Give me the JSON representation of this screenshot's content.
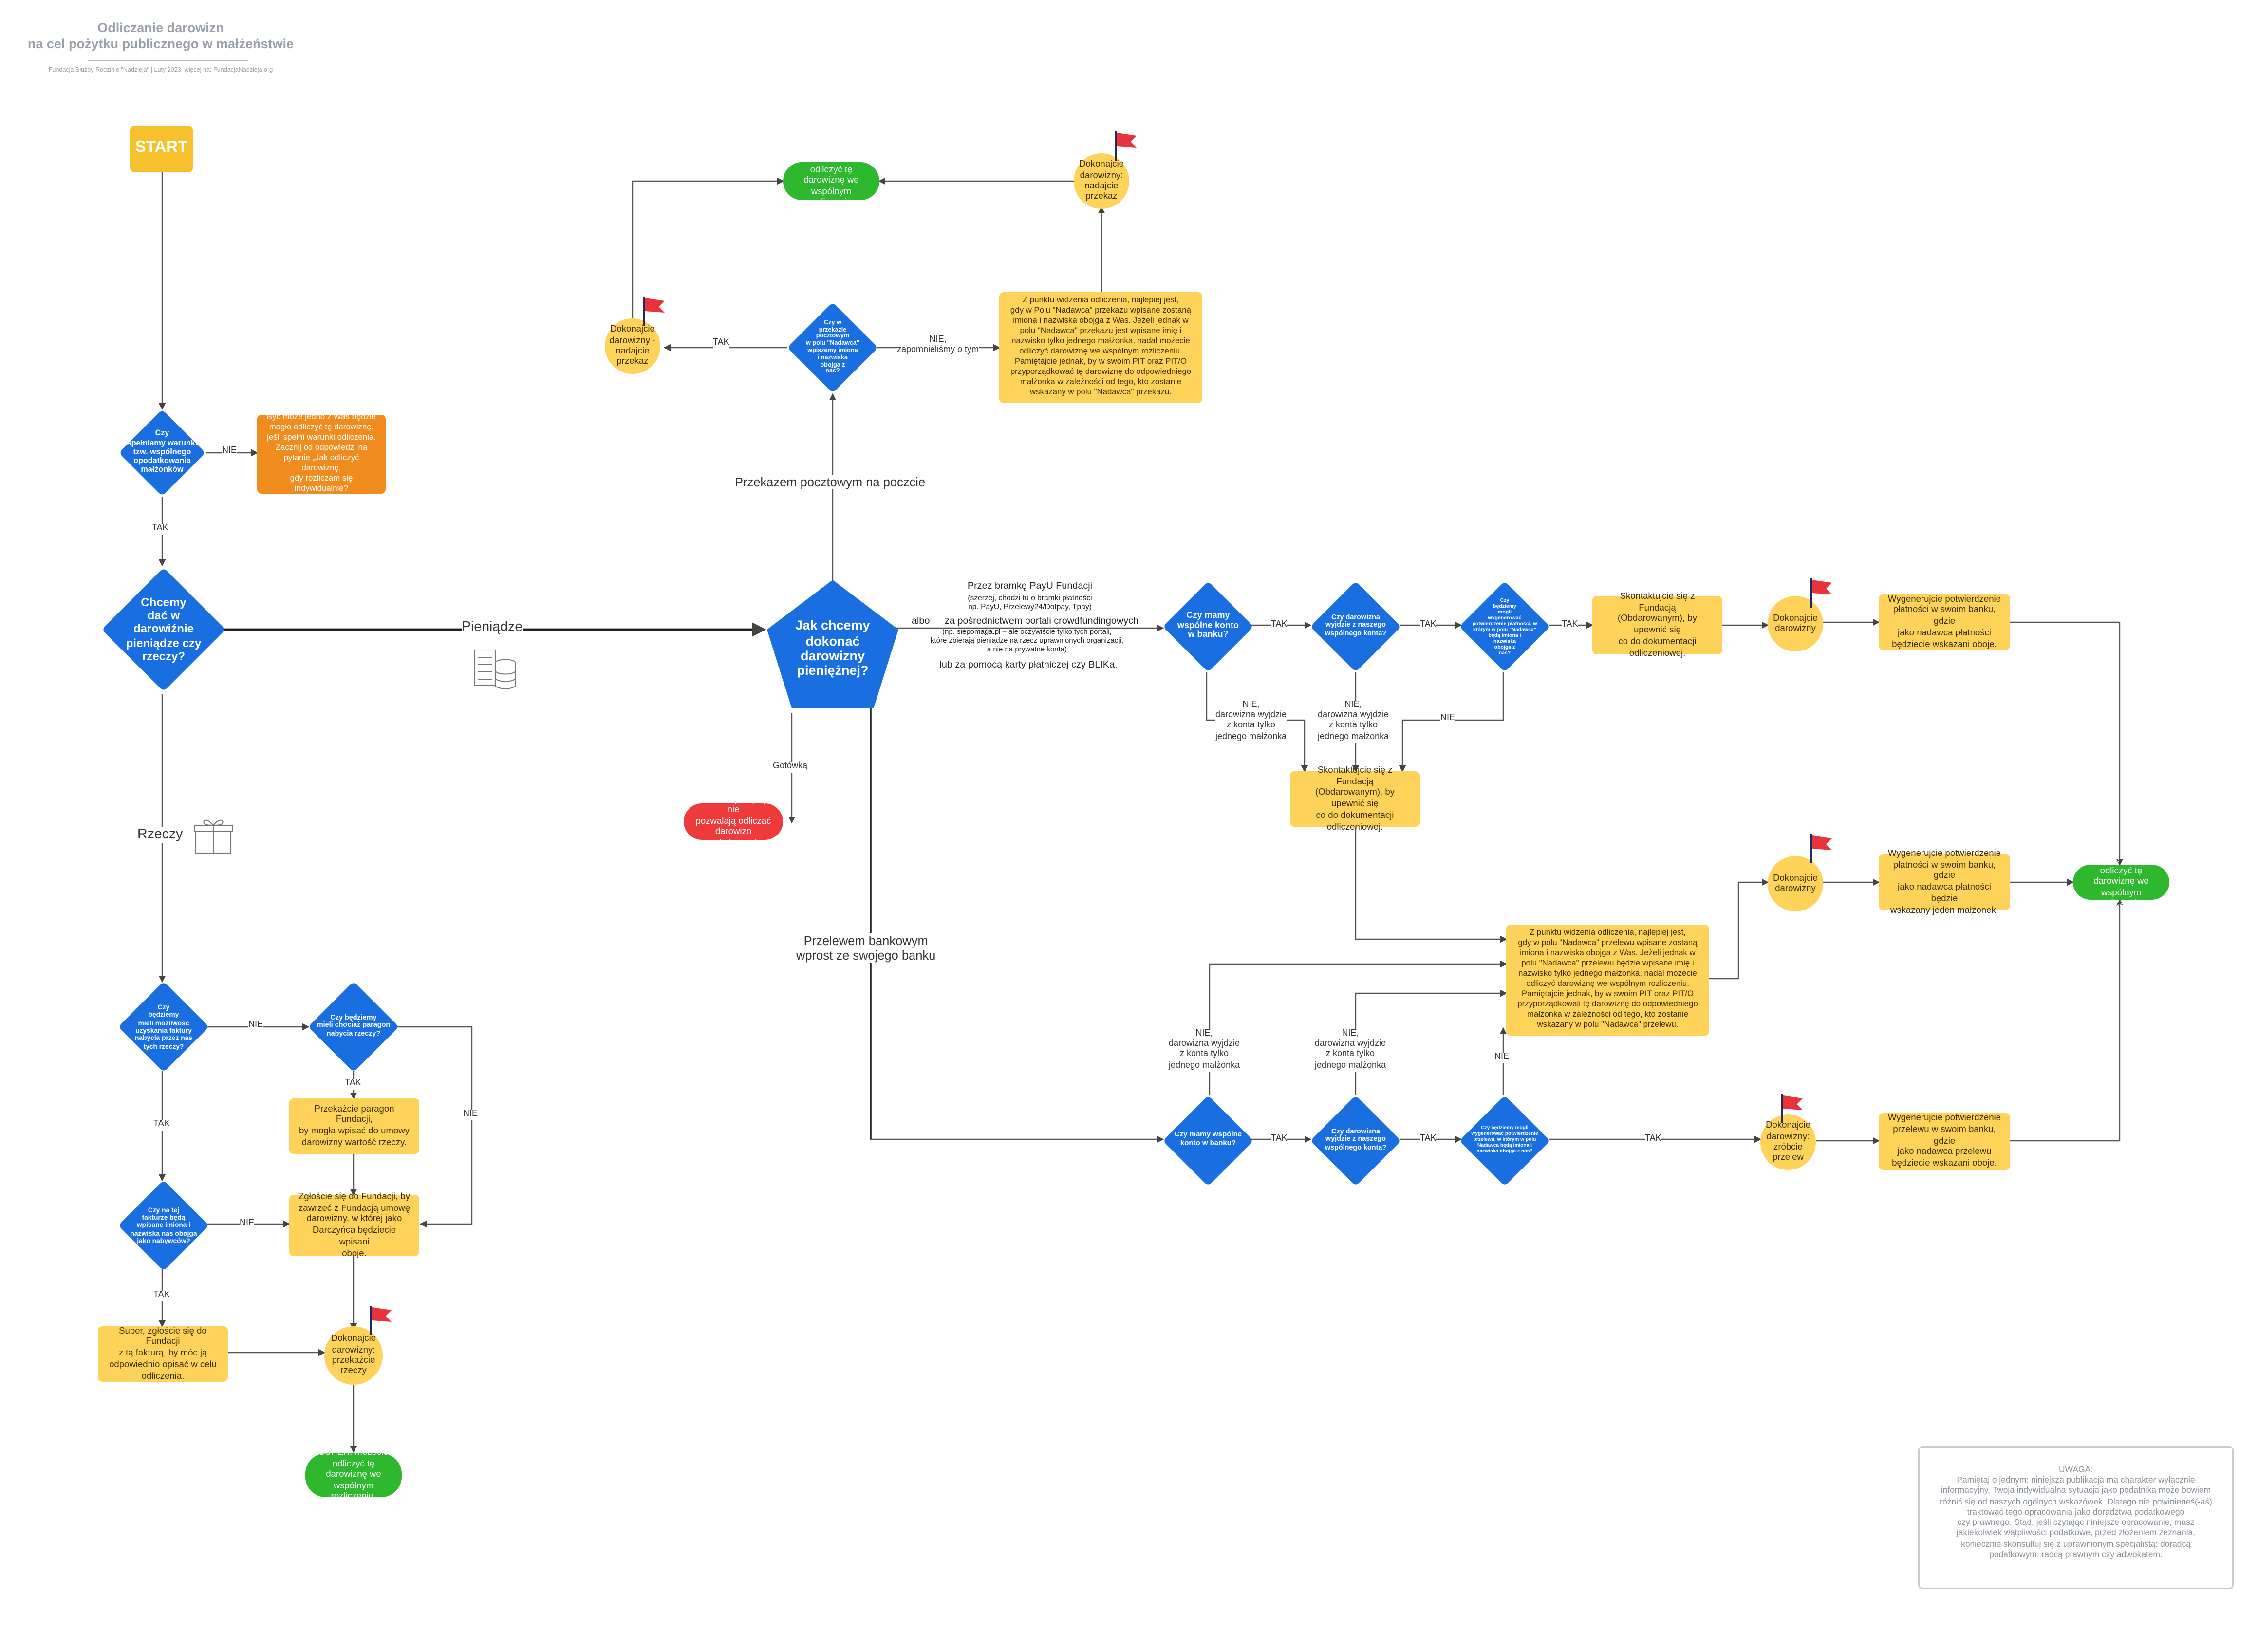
{
  "header": {
    "title": "Odliczanie darowizn\nna cel pożytku publicznego w małżeństwie",
    "subtitle": "Fundacja Służby Rodzinie \"Nadzieja\" | Luty 2023, więcej na: FundacjaNadzieja.org"
  },
  "start": {
    "label": "START"
  },
  "q": {
    "marriage": "Czy\nspełniamy warunki\ntzw. wspólnego\nopodatkowania\nmałżonków",
    "money_or_goods": "Chcemy\ndać w\ndarowiźnie\npieniądze czy\nrzeczy?",
    "how_money": "Jak chcemy\ndokonać\ndarowizny\npieniężnej?",
    "postal_names": "Czy w\nprzekazie\npocztowym\nw polu \"Nadawca\"\nwpiszemy imiona\ni nazwiska\nobojga z\nnas?",
    "joint_account_1": "Czy mamy\nwspólne konto\nw banku?",
    "from_joint_1": "Czy darowizna\nwyjdzie z naszego\nwspólnego konta?",
    "payer_names": "Czy\nbędziemy\nmogli\nwygenerować\npotwierdzenie płatności, w\nktórym w polu \"Nadawca\"\nbędą imiona i\nnazwiska\nobojga z\nnas?",
    "joint_account_2": "Czy mamy wspólne\nkonto w banku?",
    "from_joint_2": "Czy darowizna\nwyjdzie z naszego\nwspólnego konta?",
    "transfer_names": "Czy będziemy mogli\nwygenerować potwierdzenie\nprzelewu, w którym w polu\nNadawca będą imiona i\nnazwiska obojga z nas?",
    "invoice_possible": "Czy\nbędziemy\nmieli możliwość\nuzyskania faktury\nnabycia przez nas\ntych rzeczy?",
    "receipt": "Czy będziemy\nmieli chociaż paragon\nnabycia rzeczy?",
    "invoice_names": "Czy na tej\nfakturze będą\nwpisane imiona i\nnazwiska nas obojga\njako nabywców?"
  },
  "boxes": {
    "not_eligible": "Być może jedno z Was będzie\nmogło odliczyć tę darowiznę,\njeśli spełni warunki odliczenia.\nZacznij od odpowiedzi na\npytanie „Jak odliczyć darowiznę,\ngdy rozliczam się\nindywidualnie?",
    "postal_info": "Z punktu widzenia odliczenia, najlepiej jest,\ngdy w Polu \"Nadawca\" przekazu wpisane zostaną\nimiona i nazwiska obojga z Was. Jeżeli jednak w\npolu \"Nadawca\" przekazu jest wpisane imię i\nnazwisko tylko jednego małżonka, nadal możecie\nodliczyć darowiznę we wspólnym rozliczeniu.\nPamiętajcie jednak, by w swoim PIT oraz PIT/O\nprzyporządkować tę darowiznę do odpowiedniego\nmałżonka w zależności od tego, kto zostanie\nwskazany w polu \"Nadawca\" przekazu.",
    "contact_1": "Skontaktujcie się z Fundacją\n(Obdarowanym), by upewnić się\nco do dokumentacji\nodliczeniowej.",
    "contact_2": "Skontaktujcie się z Fundacją\n(Obdarowanym), by upewnić się\nco do dokumentacji\nodliczeniowej.",
    "transfer_info": "Z punktu widzenia odliczenia, najlepiej jest,\ngdy w polu \"Nadawca\" przelewu wpisane zostaną\nimiona i nazwiska obojga z Was. Jeżeli jednak w\npolu \"Nadawca\" przelewu będzie wpisane imię i\nnazwisko tylko jednego małżonka, nadal możecie\nodliczyć darowiznę we wspólnym rozliczeniu.\nPamiętajcie jednak, by w swoim PIT oraz PIT/O\nprzyporządkowali tę darowiznę do odpowiedniego\nmałżonka w zależności od tego, kto zostanie\nwskazany w polu \"Nadawca\" przelewu.",
    "gen_payment_both": "Wygenerujcie potwierdzenie\npłatności w swoim banku, gdzie\njako nadawca płatności\nbędziecie wskazani oboje.",
    "gen_payment_one": "Wygenerujcie potwierdzenie\npłatności w swoim banku, gdzie\njako nadawca płatności będzie\nwskazany jeden małżonek.",
    "gen_transfer_both": "Wygenerujcie potwierdzenie\nprzelewu w swoim banku, gdzie\njako nadawca przelewu\nbędziecie wskazani oboje.",
    "receipt_info": "Przekażcie paragon Fundacji,\nby mogła wpisać do umowy\ndarowizny wartość rzeczy.",
    "contract": "Zgłoście się do Fundacji, by\nzawrzeć z Fundacją umowę\ndarowizny, w której jako\nDarczyńca będziecie wpisani\noboje.",
    "invoice_ok": "Super, zgłoście się do Fundacji\nz tą fakturą, by móc ją\nodpowiednio opisać w celu\nodliczenia."
  },
  "circles": {
    "postal_send_top": "Dokonajcie\ndarowizny:\nnadajcie\nprzekaz",
    "postal_send_left": "Dokonajcie\ndarowizny -\nnadajcie\nprzekaz",
    "donate_1": "Dokonajcie\ndarowizny",
    "donate_2": "Dokonajcie\ndarowizny",
    "transfer": "Dokonajcie\ndarowizny:\nzróbcie\nprzelew",
    "goods": "Dokonajcie\ndarowizny:\nprzekażcie\nrzeczy"
  },
  "ends": {
    "super_top": "SUPER! Możecie\nodliczyć tę darowiznę we\nwspólnym rozliczeniu.",
    "super_right": "SUPER! Możecie\nodliczyć tę darowiznę we\nwspólnym rozliczeniu.",
    "super_bottom": "SUPER! Możecie\nodliczyć tę darowiznę we\nwspólnym rozliczeniu.",
    "cash": "Obecnie przepisy nie\npozwalają odliczać\ndarowizn gotówkowych."
  },
  "labels": {
    "yes": "TAK",
    "no": "NIE",
    "no_forgot": "NIE,\nzapomnieliśmy o tym",
    "no_single_1": "NIE,\ndarowizna wyjdzie\nz konta tylko\njednego małżonka",
    "no_single_2": "NIE,\ndarowizna wyjdzie\nz konta tylko\njednego małżonka",
    "no_single_3": "NIE,\ndarowizna wyjdzie\nz konta tylko\njednego małżonka",
    "no_single_4": "NIE,\ndarowizna wyjdzie\nz konta tylko\njednego małżonka",
    "money": "Pieniądze",
    "goods": "Rzeczy",
    "postal": "Przekazem pocztowym na poczcie",
    "bank_transfer": "Przelewem bankowym\nwprost ze swojego banku",
    "cash": "Gotówką",
    "payu_1": "Przez bramkę PayU Fundacji",
    "payu_2": "(szerzej, chodzi tu o bramki płatności\nnp. PayU, Przelewy24/Dotpay, Tpay)",
    "albo": "albo",
    "crowd": "za pośrednictwem portali crowdfundingowych",
    "crowd_note": "(np. siepomaga.pl – ale oczywiście tylko tych portali,\nktóre zbierają pieniądze na rzecz uprawnionych organizacji,\na nie na prywatne konta)",
    "blik": "lub za pomocą karty płatniczej czy BLIKa."
  },
  "note": {
    "title": "UWAGA:",
    "body": "Pamiętaj o jednym: niniejsza publikacja ma charakter wyłącznie\ninformacyjny. Twoja indywidualna sytuacja jako podatnika może bowiem\nróżnić się od naszych ogólnych wskazówek. Dlatego nie powinieneś(-aś)\ntraktować tego opracowania jako doradztwa podatkowego\nczy prawnego. Stąd, jeśli czytając niniejsze opracowanie, masz\njakiekolwiek wątpliwości podatkowe, przed złożeniem zeznania,\nkoniecznie skonsultuj się z uprawnionym specjalistą: doradcą\npodatkowym, radcą prawnym czy adwokatem."
  },
  "colors": {
    "decision": "#1a6fe0",
    "info": "#ffd25a",
    "warning": "#f08c1e",
    "success": "#2eb82e",
    "error": "#ee3a3a",
    "flag": "#e8323c"
  }
}
